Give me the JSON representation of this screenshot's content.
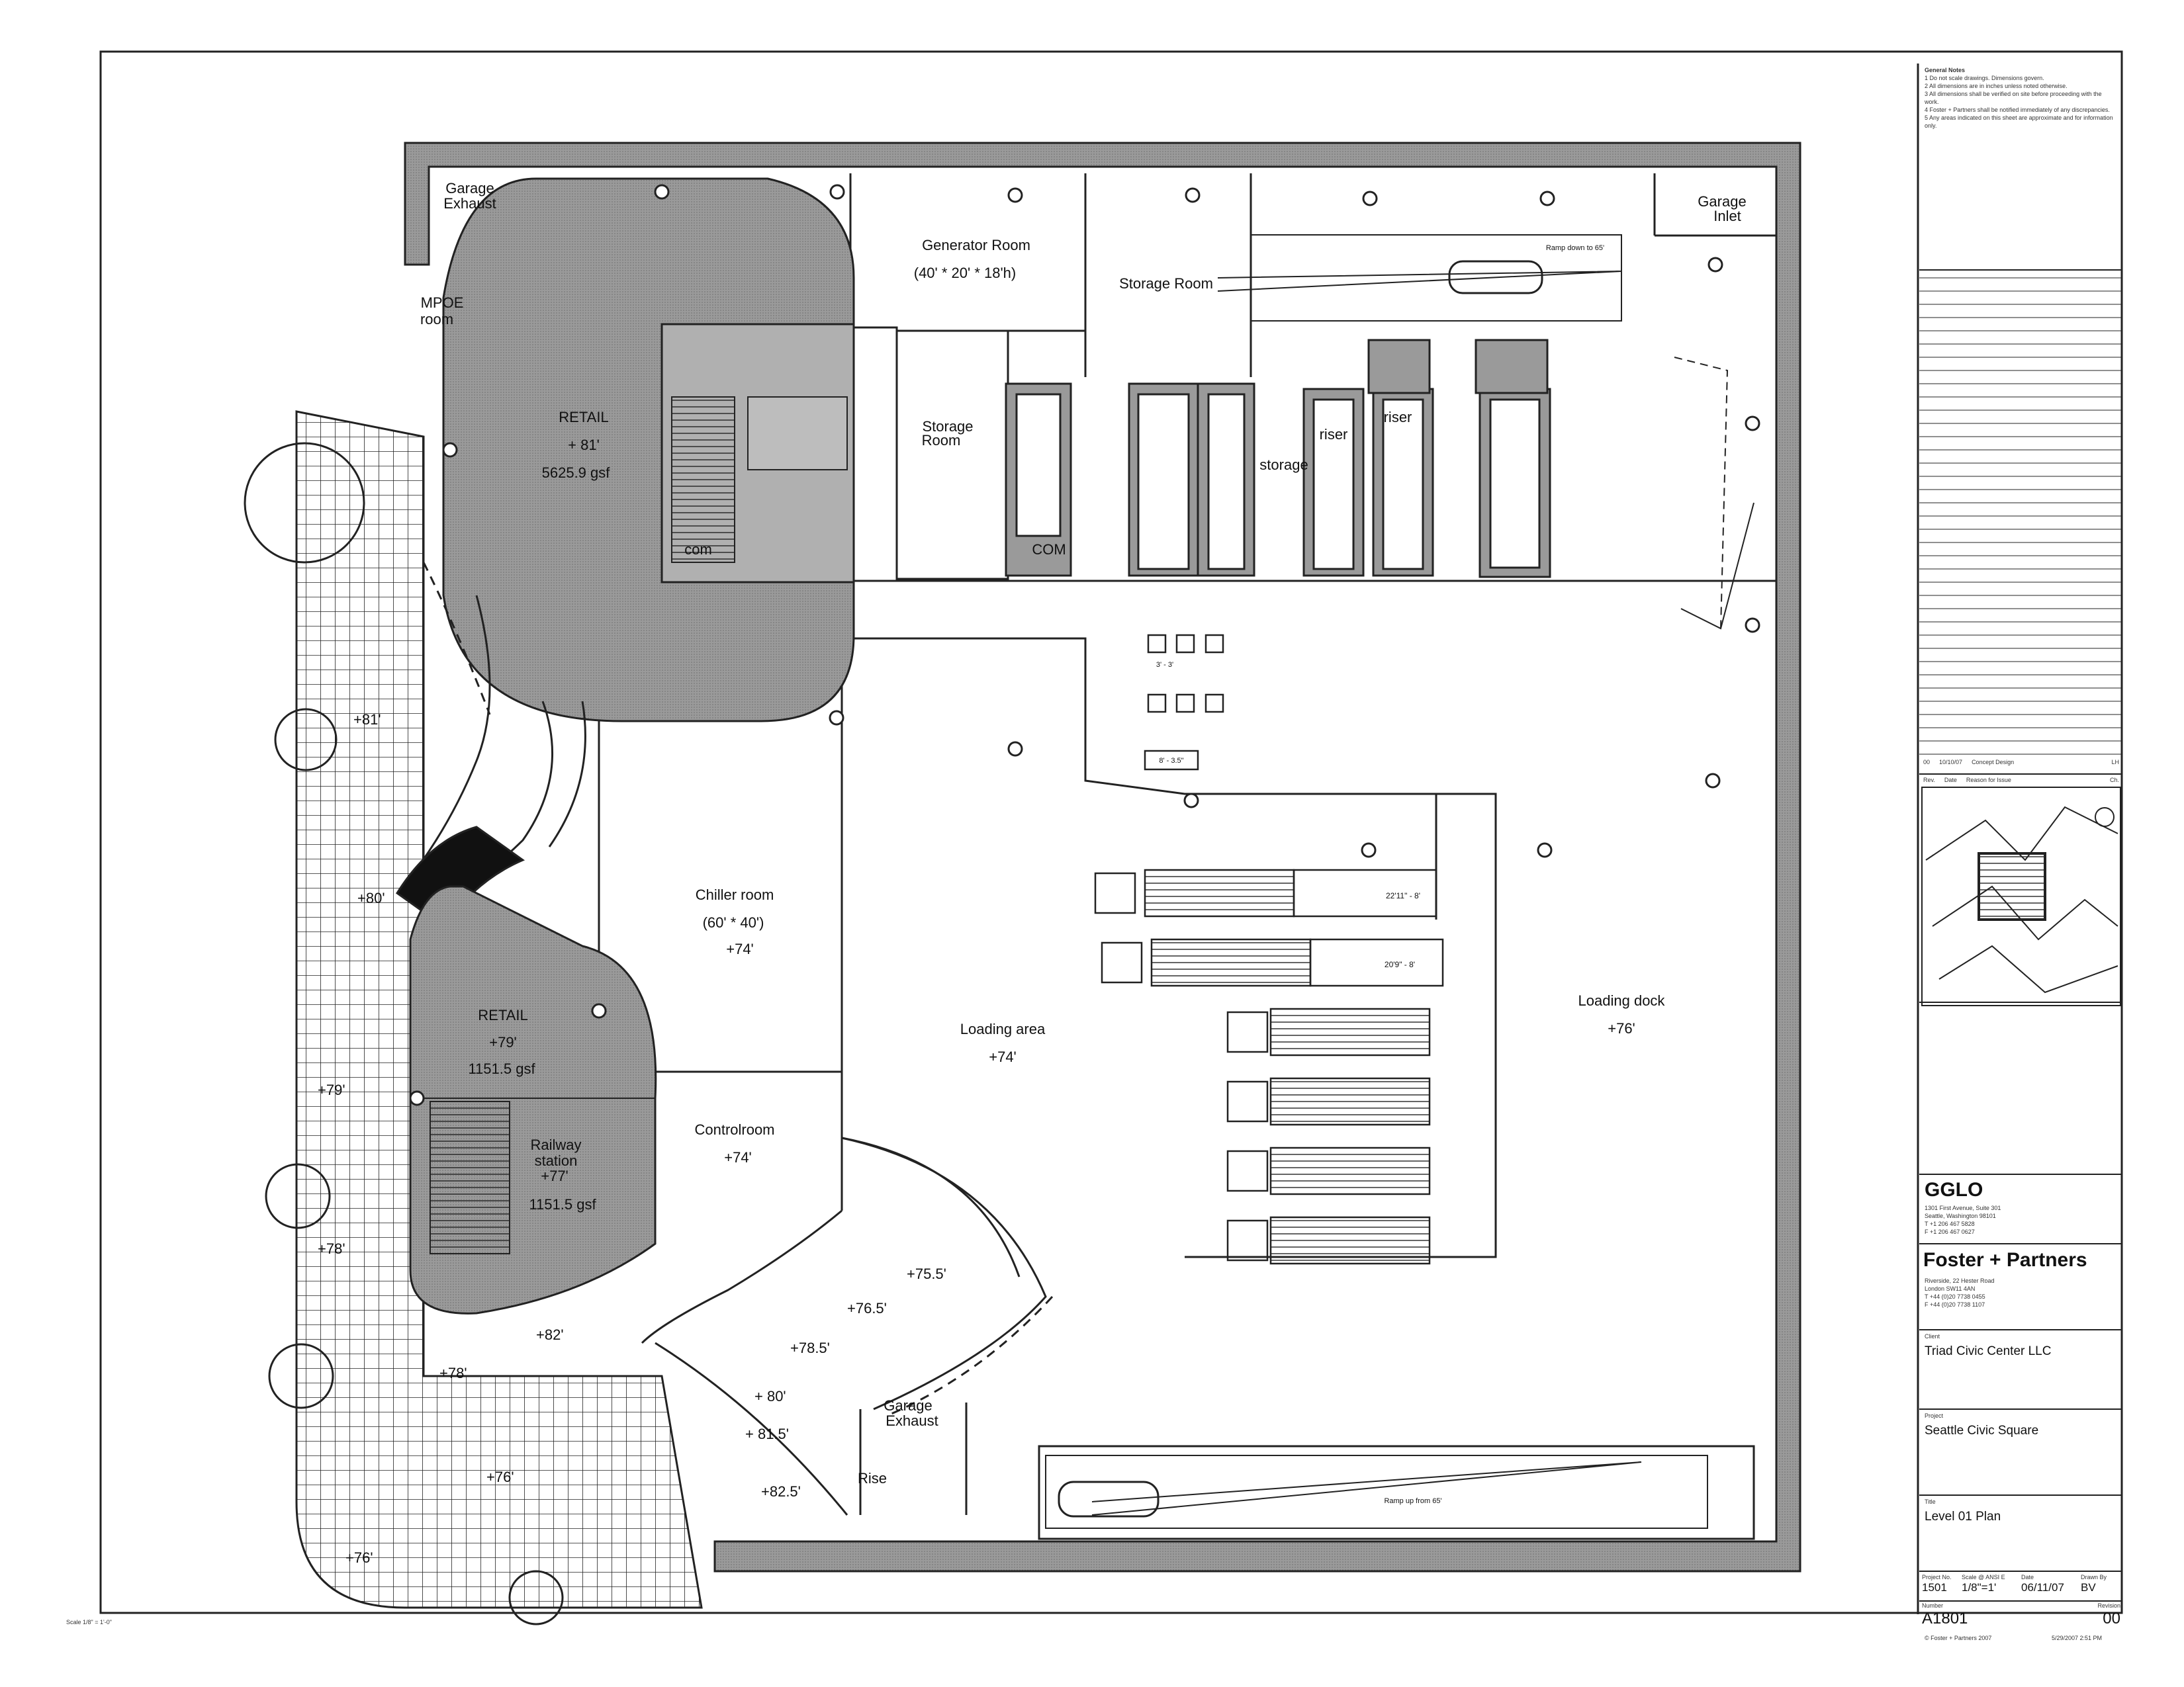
{
  "rooms": {
    "garage_exhaust_top": [
      "Garage",
      "Exhaust"
    ],
    "mpoe": [
      "MPOE",
      "room"
    ],
    "retail_upper": [
      "RETAIL",
      "+ 81'",
      "5625.9 gsf"
    ],
    "com_core": "com",
    "generator": [
      "Generator Room",
      "(40' * 20' * 18'h)"
    ],
    "storage_top": "Storage Room",
    "ramp_down": "Ramp down to 65'",
    "garage_inlet": [
      "Garage",
      "Inlet"
    ],
    "storage_left": [
      "Storage",
      "Room"
    ],
    "com_shaft": "COM",
    "storage_mid": "storage",
    "riser_a": "riser",
    "riser_b": "riser",
    "col_size_a": "3' - 3'",
    "col_size_b": "8' - 3.5\"",
    "chiller": [
      "Chiller room",
      "(60' * 40')",
      "+74'"
    ],
    "truck_dim_a": "22'11\" - 8'",
    "truck_dim_b": "20'9\" - 8'",
    "loading_area": [
      "Loading area",
      "+74'"
    ],
    "loading_dock": [
      "Loading dock",
      "+76'"
    ],
    "retail_lower": [
      "RETAIL",
      "+79'",
      "1151.5 gsf"
    ],
    "railway": [
      "Railway",
      "station",
      "+77'",
      "1151.5 gsf"
    ],
    "controlroom": [
      "Controlroom",
      "+74'"
    ],
    "garage_exhaust_bottom": [
      "Garage",
      "Exhaust"
    ],
    "rise": "Rise",
    "ramp_up": "Ramp up from 65'"
  },
  "elevations": [
    "+81'",
    "+80'",
    "+79'",
    "+78'",
    "+82'",
    "+78'",
    "+76'",
    "+76'",
    "+75.5'",
    "+76.5'",
    "+78.5'",
    "+ 80'",
    "+ 81.5'",
    "+82.5'"
  ],
  "titleblock": {
    "general_notes_title": "General Notes",
    "general_notes": [
      "1  Do not scale drawings. Dimensions govern.",
      "2  All dimensions are in inches unless noted otherwise.",
      "3  All dimensions shall be verified on site before proceeding with the work.",
      "4  Foster + Partners shall be notified immediately of any discrepancies.",
      "5  Any areas indicated on this sheet are approximate and for information only."
    ],
    "revision_row": [
      "00",
      "10/10/07",
      "Concept Design",
      "LH"
    ],
    "revision_header": [
      "Rev.",
      "Date",
      "Reason for Issue",
      "Ch."
    ],
    "gglo": "GGLO",
    "gglo_address": [
      "1301 First Avenue, Suite 301",
      "Seattle, Washington 98101",
      "T +1 206 467 5828",
      "F +1 206 467 0627"
    ],
    "foster": "Foster + Partners",
    "foster_address": [
      "Riverside, 22 Hester Road",
      "London SW11 4AN",
      "T +44 (0)20 7738 0455",
      "F +44 (0)20 7738 1107"
    ],
    "client_label": "Client",
    "client": "Triad Civic Center LLC",
    "project_label": "Project",
    "project": "Seattle Civic Square",
    "title_label": "Title",
    "title": "Level 01 Plan",
    "meta_labels": [
      "Project No.",
      "Scale @ ANSI E",
      "Date",
      "Drawn By"
    ],
    "meta_values": [
      "1501",
      "1/8\"=1'",
      "06/11/07",
      "BV"
    ],
    "number_label": "Number",
    "revision_label": "Revision",
    "number": "A1801",
    "revision": "00",
    "copyright": "© Foster + Partners 2007",
    "print_stamp": "5/29/2007 2:51 PM",
    "left_stamp": "Scale 1/8\" = 1'-0\""
  },
  "colors": {
    "line": "#1a1a1a",
    "hatch": "#8e8e8e",
    "wall": "#6f6f6f",
    "paper": "#ffffff"
  }
}
